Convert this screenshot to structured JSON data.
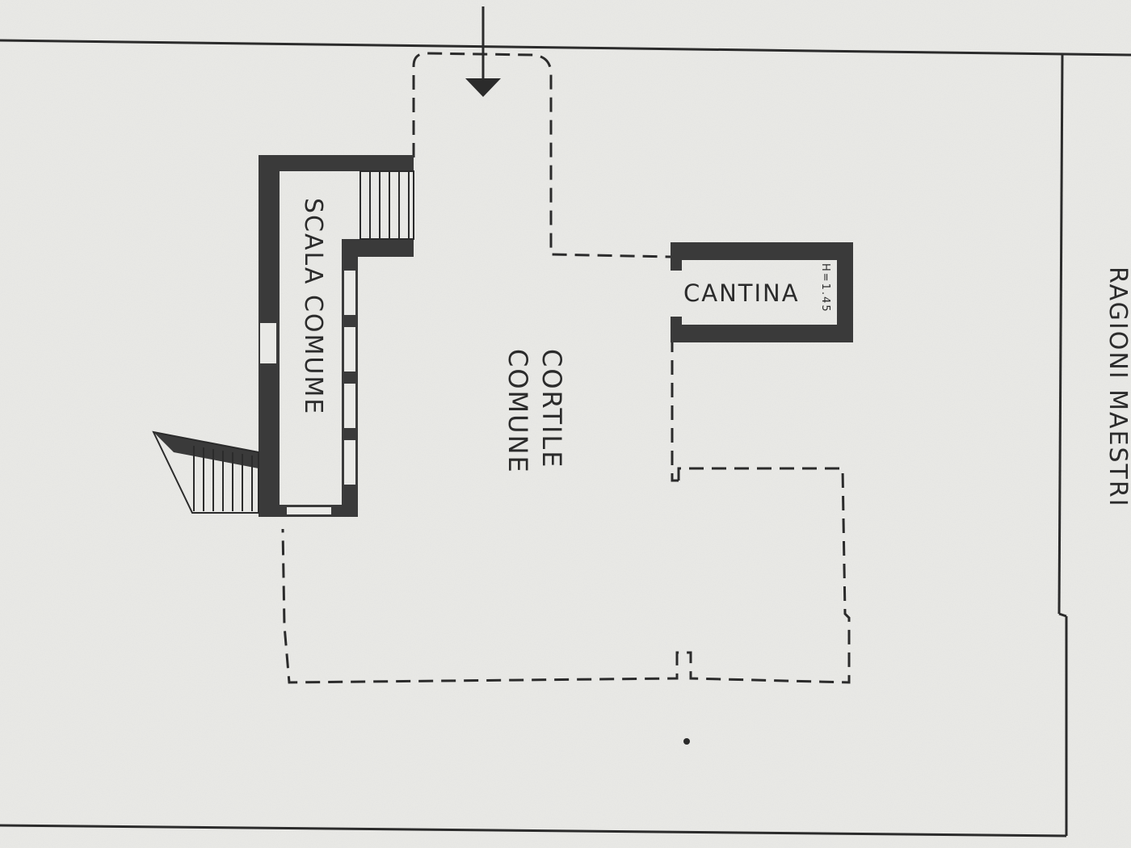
{
  "labels": {
    "stair": "SCALA COMUME",
    "courtyard_line1": "CORTILE",
    "courtyard_line2": "COMUNE",
    "cellar": "CANTINA",
    "cellar_height": "H=1.45",
    "neighbor": "RAGIONI MAESTRI"
  },
  "colors": {
    "paper": "#e9e9e6",
    "ink": "#2b2b2b",
    "wall_fill": "#3a3a3a"
  }
}
